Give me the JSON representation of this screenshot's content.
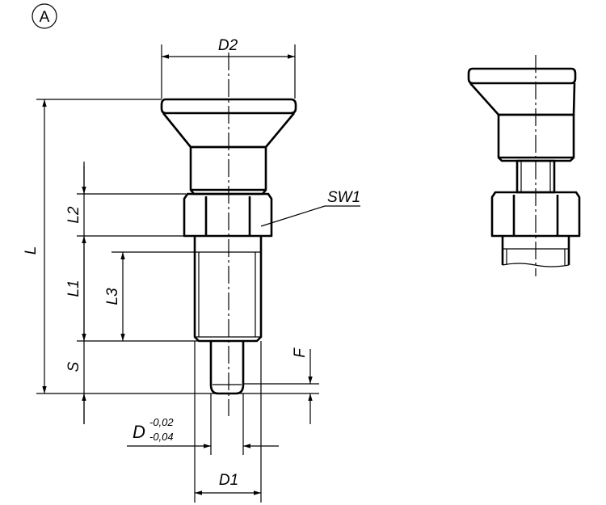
{
  "view_marker": "A",
  "labels": {
    "d2": "D2",
    "l": "L",
    "l1": "L1",
    "l2": "L2",
    "l3": "L3",
    "s": "S",
    "sw1": "SW1",
    "f": "F",
    "d": "D",
    "d_upper_tol": "-0,02",
    "d_lower_tol": "-0,04",
    "d1": "D1"
  }
}
